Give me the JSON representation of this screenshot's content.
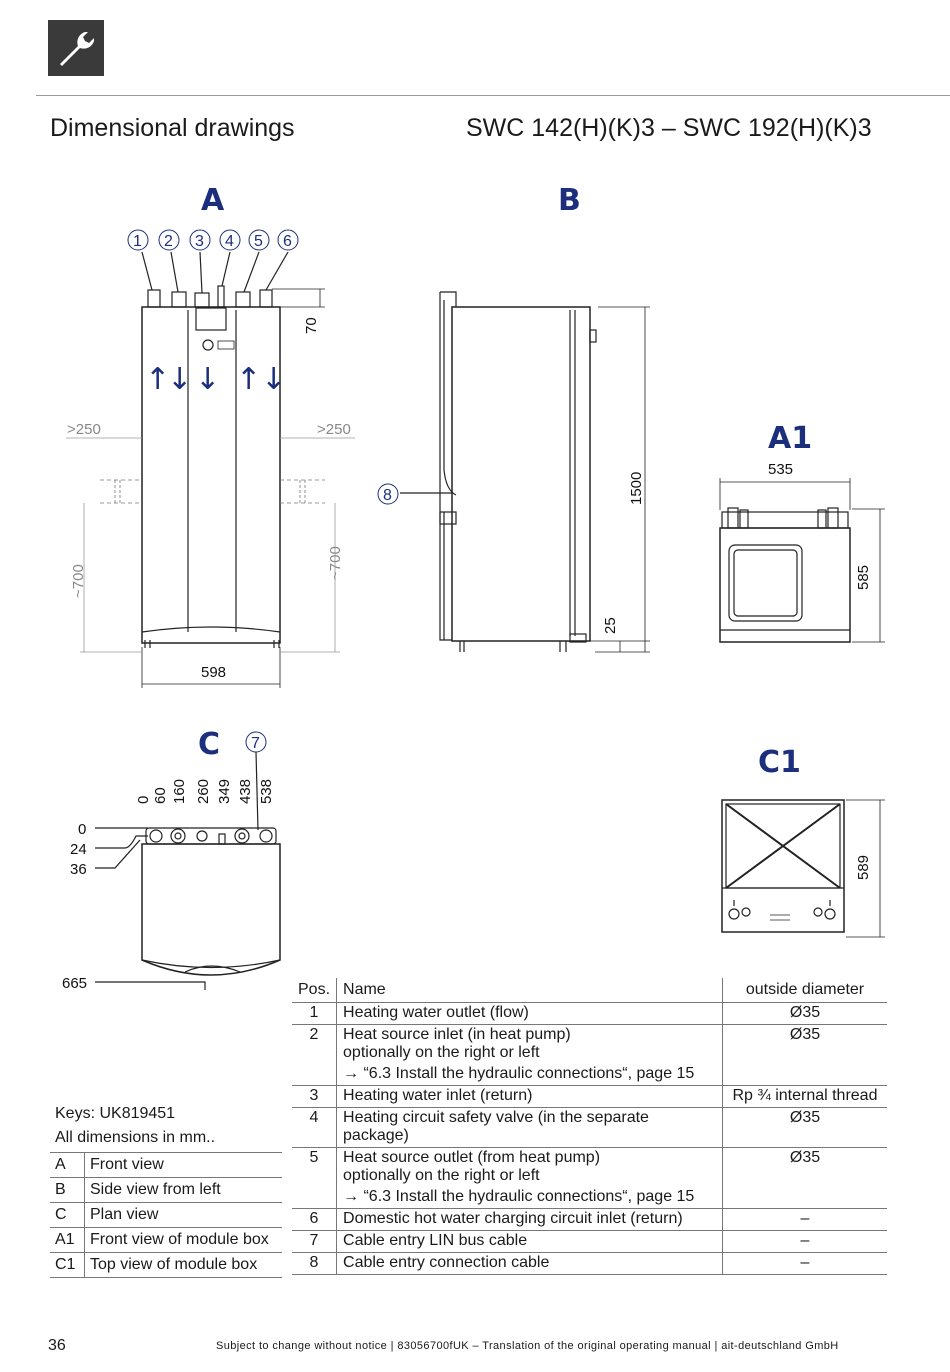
{
  "header": {
    "icon": "wrench-icon",
    "title_left": "Dimensional drawings",
    "title_right": "SWC 142(H)(K)3 – SWC 192(H)(K)3"
  },
  "views": {
    "a": "A",
    "b": "B",
    "a1": "A1",
    "c": "C",
    "c1": "C1"
  },
  "markers": [
    "1",
    "2",
    "3",
    "4",
    "5",
    "6",
    "7",
    "8"
  ],
  "dimensions": {
    "a_top": "70",
    "a_clear_left": ">250",
    "a_clear_right": ">250",
    "a_side_left": "~700",
    "a_side_right": "~700",
    "a_width": "598",
    "b_height": "1500",
    "b_feet": "25",
    "a1_width": "535",
    "a1_height": "585",
    "c_x": [
      "0",
      "60",
      "160",
      "260",
      "349",
      "438",
      "538"
    ],
    "c_y": [
      "0",
      "24",
      "36",
      "665"
    ],
    "c1_height": "589"
  },
  "keys": {
    "title": "Keys: UK819451",
    "subtitle": "All dimensions in mm..",
    "rows": [
      {
        "key": "A",
        "label": "Front view"
      },
      {
        "key": "B",
        "label": "Side view from left"
      },
      {
        "key": "C",
        "label": "Plan view"
      },
      {
        "key": "A1",
        "label": "Front view of module box"
      },
      {
        "key": "C1",
        "label": "Top view of module box"
      }
    ]
  },
  "positions": {
    "headers": {
      "pos": "Pos.",
      "name": "Name",
      "diameter": "outside diameter"
    },
    "rows": [
      {
        "pos": "1",
        "name": "Heating water outlet (flow)",
        "diameter": "Ø35"
      },
      {
        "pos": "2",
        "name": "Heat source inlet (in heat pump)",
        "sub": "optionally on the right or left",
        "ref": "→   “6.3 Install the hydraulic connections“, page 15",
        "diameter": "Ø35"
      },
      {
        "pos": "3",
        "name": "Heating water inlet (return)",
        "diameter": "Rp ¾ internal thread"
      },
      {
        "pos": "4",
        "name": "Heating circuit safety valve (in the separate package)",
        "diameter": "Ø35"
      },
      {
        "pos": "5",
        "name": "Heat source outlet (from heat pump)",
        "sub": "optionally on the right or left",
        "ref": "→   “6.3 Install the hydraulic connections“, page 15",
        "diameter": "Ø35"
      },
      {
        "pos": "6",
        "name": "Domestic hot water charging circuit inlet (return)",
        "diameter": "–"
      },
      {
        "pos": "7",
        "name": "Cable entry LIN bus cable",
        "diameter": "–"
      },
      {
        "pos": "8",
        "name": "Cable entry connection cable",
        "diameter": "–"
      }
    ]
  },
  "footer": {
    "page": "36",
    "text": "Subject to change without notice  |  83056700fUK – Translation of the original operating manual |  ait-deutschland GmbH"
  }
}
